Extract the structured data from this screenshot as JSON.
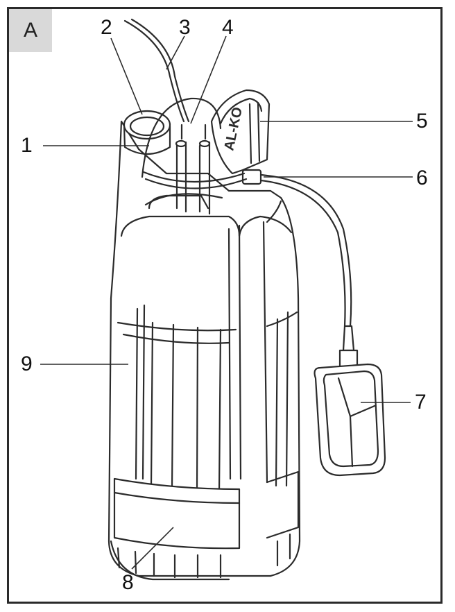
{
  "figure": {
    "panel_label": "A",
    "brand_text": "AL-KO",
    "callouts": [
      {
        "id": "c1",
        "label": "1"
      },
      {
        "id": "c2",
        "label": "2"
      },
      {
        "id": "c3",
        "label": "3"
      },
      {
        "id": "c4",
        "label": "4"
      },
      {
        "id": "c5",
        "label": "5"
      },
      {
        "id": "c6",
        "label": "6"
      },
      {
        "id": "c7",
        "label": "7"
      },
      {
        "id": "c8",
        "label": "8"
      },
      {
        "id": "c9",
        "label": "9"
      }
    ]
  },
  "colors": {
    "line": "#2b2b2b",
    "fill": "#ffffff",
    "panel_tag": "#d9d9d9"
  }
}
